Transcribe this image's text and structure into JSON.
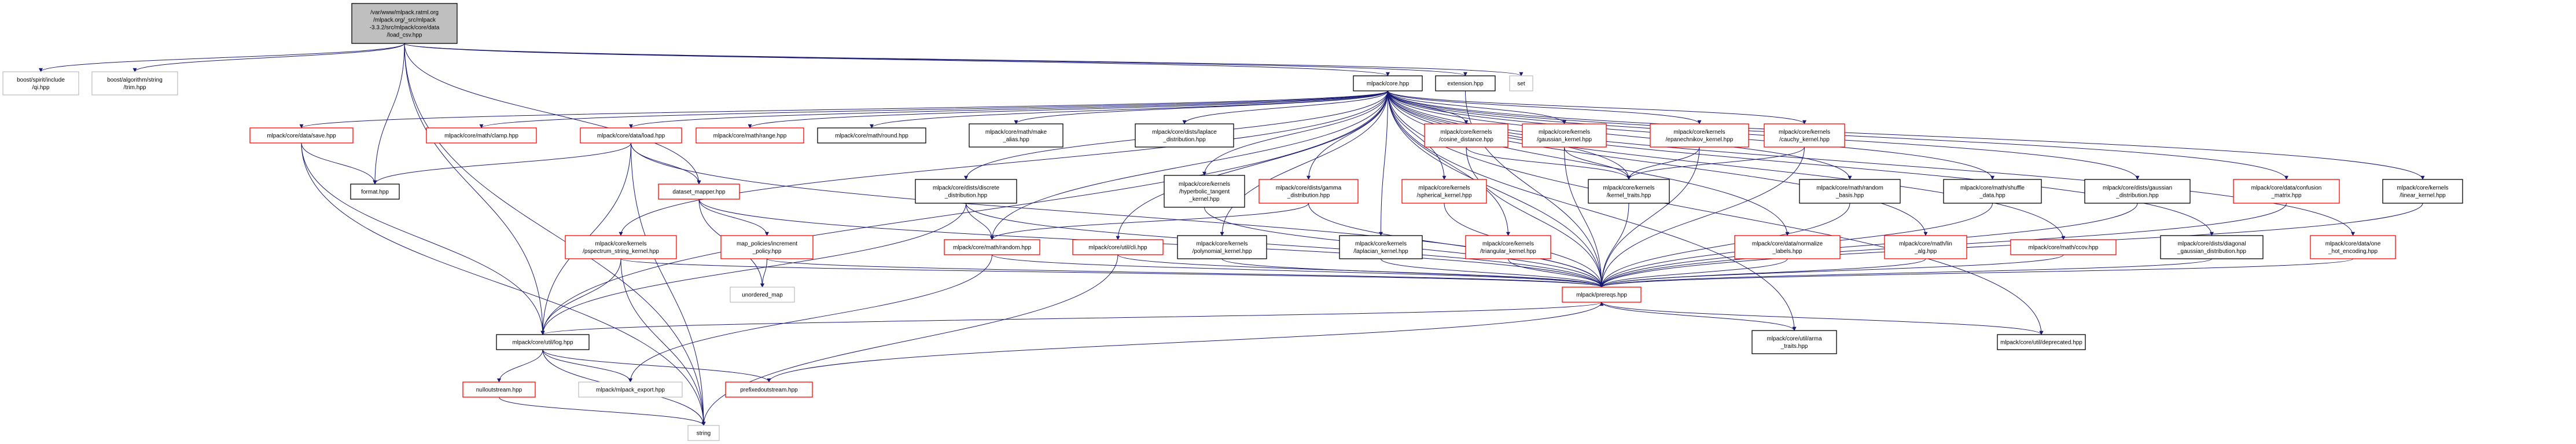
{
  "graph": {
    "type": "include-dependency-graph",
    "colors": {
      "edge": "#191970",
      "root_fill": "#bfbfbf",
      "truncated_border": "#ff0000",
      "external_border": "#bfbfbf",
      "normal_border": "#000000"
    },
    "nodes": [
      {
        "id": "root",
        "kind": "root",
        "lines": [
          "/var/www/mlpack.ratml.org",
          "/mlpack.org/_src/mlpack",
          "-3.3.2/src/mlpack/core/data",
          "/load_csv.hpp"
        ]
      },
      {
        "id": "qi",
        "kind": "external",
        "lines": [
          "boost/spirit/include",
          "/qi.hpp"
        ]
      },
      {
        "id": "trim",
        "kind": "external",
        "lines": [
          "boost/algorithm/string",
          "/trim.hpp"
        ]
      },
      {
        "id": "core",
        "kind": "normal",
        "lines": [
          "mlpack/core.hpp"
        ]
      },
      {
        "id": "extension",
        "kind": "normal",
        "lines": [
          "extension.hpp"
        ]
      },
      {
        "id": "set",
        "kind": "external",
        "lines": [
          "set"
        ]
      },
      {
        "id": "save",
        "kind": "truncated",
        "lines": [
          "mlpack/core/data/save.hpp"
        ]
      },
      {
        "id": "clamp",
        "kind": "truncated",
        "lines": [
          "mlpack/core/math/clamp.hpp"
        ]
      },
      {
        "id": "load",
        "kind": "truncated",
        "lines": [
          "mlpack/core/data/load.hpp"
        ]
      },
      {
        "id": "range",
        "kind": "truncated",
        "lines": [
          "mlpack/core/math/range.hpp"
        ]
      },
      {
        "id": "round",
        "kind": "normal",
        "lines": [
          "mlpack/core/math/round.hpp"
        ]
      },
      {
        "id": "make_alias",
        "kind": "normal",
        "lines": [
          "mlpack/core/math/make",
          "_alias.hpp"
        ]
      },
      {
        "id": "laplace",
        "kind": "normal",
        "lines": [
          "mlpack/core/dists/laplace",
          "_distribution.hpp"
        ]
      },
      {
        "id": "cosine",
        "kind": "truncated",
        "lines": [
          "mlpack/core/kernels",
          "/cosine_distance.hpp"
        ]
      },
      {
        "id": "gaussian_kernel",
        "kind": "truncated",
        "lines": [
          "mlpack/core/kernels",
          "/gaussian_kernel.hpp"
        ]
      },
      {
        "id": "epanechnikov",
        "kind": "truncated",
        "lines": [
          "mlpack/core/kernels",
          "/epanechnikov_kernel.hpp"
        ]
      },
      {
        "id": "cauchy",
        "kind": "truncated",
        "lines": [
          "mlpack/core/kernels",
          "/cauchy_kernel.hpp"
        ]
      },
      {
        "id": "format",
        "kind": "normal",
        "lines": [
          "format.hpp"
        ]
      },
      {
        "id": "dataset_mapper",
        "kind": "truncated",
        "lines": [
          "dataset_mapper.hpp"
        ]
      },
      {
        "id": "discrete",
        "kind": "normal",
        "lines": [
          "mlpack/core/dists/discrete",
          "_distribution.hpp"
        ]
      },
      {
        "id": "hyperbolic",
        "kind": "normal",
        "lines": [
          "mlpack/core/kernels",
          "/hyperbolic_tangent",
          "_kernel.hpp"
        ]
      },
      {
        "id": "gamma",
        "kind": "truncated",
        "lines": [
          "mlpack/core/dists/gamma",
          "_distribution.hpp"
        ]
      },
      {
        "id": "spherical",
        "kind": "truncated",
        "lines": [
          "mlpack/core/kernels",
          "/spherical_kernel.hpp"
        ]
      },
      {
        "id": "kernel_traits",
        "kind": "normal",
        "lines": [
          "mlpack/core/kernels",
          "/kernel_traits.hpp"
        ]
      },
      {
        "id": "random_basis",
        "kind": "normal",
        "lines": [
          "mlpack/core/math/random",
          "_basis.hpp"
        ]
      },
      {
        "id": "shuffle",
        "kind": "normal",
        "lines": [
          "mlpack/core/math/shuffle",
          "_data.hpp"
        ]
      },
      {
        "id": "gaussian_dist",
        "kind": "normal",
        "lines": [
          "mlpack/core/dists/gaussian",
          "_distribution.hpp"
        ]
      },
      {
        "id": "confusion",
        "kind": "truncated",
        "lines": [
          "mlpack/core/data/confusion",
          "_matrix.hpp"
        ]
      },
      {
        "id": "linear_kernel",
        "kind": "normal",
        "lines": [
          "mlpack/core/kernels",
          "/linear_kernel.hpp"
        ]
      },
      {
        "id": "pspectrum",
        "kind": "truncated",
        "lines": [
          "mlpack/core/kernels",
          "/pspectrum_string_kernel.hpp"
        ]
      },
      {
        "id": "map_policies",
        "kind": "truncated",
        "lines": [
          "map_policies/increment",
          "_policy.hpp"
        ]
      },
      {
        "id": "random",
        "kind": "truncated",
        "lines": [
          "mlpack/core/math/random.hpp"
        ]
      },
      {
        "id": "cli",
        "kind": "truncated",
        "lines": [
          "mlpack/core/util/cli.hpp"
        ]
      },
      {
        "id": "polynomial",
        "kind": "normal",
        "lines": [
          "mlpack/core/kernels",
          "/polynomial_kernel.hpp"
        ]
      },
      {
        "id": "laplacian",
        "kind": "normal",
        "lines": [
          "mlpack/core/kernels",
          "/laplacian_kernel.hpp"
        ]
      },
      {
        "id": "triangular",
        "kind": "truncated",
        "lines": [
          "mlpack/core/kernels",
          "/triangular_kernel.hpp"
        ]
      },
      {
        "id": "normalize",
        "kind": "truncated",
        "lines": [
          "mlpack/core/data/normalize",
          "_labels.hpp"
        ]
      },
      {
        "id": "lin_alg",
        "kind": "truncated",
        "lines": [
          "mlpack/core/math/lin",
          "_alg.hpp"
        ]
      },
      {
        "id": "ccov",
        "kind": "truncated",
        "lines": [
          "mlpack/core/math/ccov.hpp"
        ]
      },
      {
        "id": "diag_gaussian",
        "kind": "normal",
        "lines": [
          "mlpack/core/dists/diagonal",
          "_gaussian_distribution.hpp"
        ]
      },
      {
        "id": "one_hot",
        "kind": "truncated",
        "lines": [
          "mlpack/core/data/one",
          "_hot_encoding.hpp"
        ]
      },
      {
        "id": "unordered_map",
        "kind": "external",
        "lines": [
          "unordered_map"
        ]
      },
      {
        "id": "prereqs",
        "kind": "truncated",
        "lines": [
          "mlpack/prereqs.hpp"
        ]
      },
      {
        "id": "log",
        "kind": "normal",
        "lines": [
          "mlpack/core/util/log.hpp"
        ]
      },
      {
        "id": "arma_traits",
        "kind": "normal",
        "lines": [
          "mlpack/core/util/arma",
          "_traits.hpp"
        ]
      },
      {
        "id": "deprecated",
        "kind": "normal",
        "lines": [
          "mlpack/core/util/deprecated.hpp"
        ]
      },
      {
        "id": "nulloutstream",
        "kind": "truncated",
        "lines": [
          "nulloutstream.hpp"
        ]
      },
      {
        "id": "mlpack_export",
        "kind": "external",
        "lines": [
          "mlpack/mlpack_export.hpp"
        ]
      },
      {
        "id": "prefixedoutstream",
        "kind": "truncated",
        "lines": [
          "prefixedoutstream.hpp"
        ]
      },
      {
        "id": "string",
        "kind": "external",
        "lines": [
          "string"
        ]
      }
    ],
    "edges": [
      [
        "root",
        "qi"
      ],
      [
        "root",
        "trim"
      ],
      [
        "root",
        "core"
      ],
      [
        "root",
        "extension"
      ],
      [
        "root",
        "set"
      ],
      [
        "root",
        "format"
      ],
      [
        "root",
        "log"
      ],
      [
        "root",
        "dataset_mapper"
      ],
      [
        "root",
        "string"
      ],
      [
        "core",
        "save"
      ],
      [
        "core",
        "clamp"
      ],
      [
        "core",
        "load"
      ],
      [
        "core",
        "range"
      ],
      [
        "core",
        "round"
      ],
      [
        "core",
        "make_alias"
      ],
      [
        "core",
        "laplace"
      ],
      [
        "core",
        "discrete"
      ],
      [
        "core",
        "random"
      ],
      [
        "core",
        "cli"
      ],
      [
        "core",
        "hyperbolic"
      ],
      [
        "core",
        "polynomial"
      ],
      [
        "core",
        "gamma"
      ],
      [
        "core",
        "laplacian"
      ],
      [
        "core",
        "spherical"
      ],
      [
        "core",
        "triangular"
      ],
      [
        "core",
        "cosine"
      ],
      [
        "core",
        "gaussian_kernel"
      ],
      [
        "core",
        "epanechnikov"
      ],
      [
        "core",
        "cauchy"
      ],
      [
        "core",
        "kernel_traits"
      ],
      [
        "core",
        "pspectrum"
      ],
      [
        "core",
        "prereqs"
      ],
      [
        "core",
        "log"
      ],
      [
        "core",
        "normalize"
      ],
      [
        "core",
        "random_basis"
      ],
      [
        "core",
        "lin_alg"
      ],
      [
        "core",
        "shuffle"
      ],
      [
        "core",
        "ccov"
      ],
      [
        "core",
        "gaussian_dist"
      ],
      [
        "core",
        "diag_gaussian"
      ],
      [
        "core",
        "confusion"
      ],
      [
        "core",
        "one_hot"
      ],
      [
        "core",
        "linear_kernel"
      ],
      [
        "core",
        "arma_traits"
      ],
      [
        "core",
        "deprecated"
      ],
      [
        "save",
        "format"
      ],
      [
        "save",
        "log"
      ],
      [
        "save",
        "string"
      ],
      [
        "load",
        "format"
      ],
      [
        "load",
        "dataset_mapper"
      ],
      [
        "load",
        "log"
      ],
      [
        "load",
        "string"
      ],
      [
        "load",
        "prereqs"
      ],
      [
        "dataset_mapper",
        "map_policies"
      ],
      [
        "dataset_mapper",
        "unordered_map"
      ],
      [
        "dataset_mapper",
        "prereqs"
      ],
      [
        "map_policies",
        "unordered_map"
      ],
      [
        "map_policies",
        "prereqs"
      ],
      [
        "discrete",
        "random"
      ],
      [
        "discrete",
        "log"
      ],
      [
        "discrete",
        "prereqs"
      ],
      [
        "pspectrum",
        "log"
      ],
      [
        "pspectrum",
        "string"
      ],
      [
        "pspectrum",
        "prereqs"
      ],
      [
        "random",
        "prereqs"
      ],
      [
        "random",
        "mlpack_export"
      ],
      [
        "cli",
        "string"
      ],
      [
        "cli",
        "prereqs"
      ],
      [
        "gamma",
        "random"
      ],
      [
        "gamma",
        "prereqs"
      ],
      [
        "hyperbolic",
        "prereqs"
      ],
      [
        "polynomial",
        "prereqs"
      ],
      [
        "laplacian",
        "prereqs"
      ],
      [
        "spherical",
        "prereqs"
      ],
      [
        "triangular",
        "prereqs"
      ],
      [
        "cosine",
        "kernel_traits"
      ],
      [
        "cosine",
        "prereqs"
      ],
      [
        "gaussian_kernel",
        "kernel_traits"
      ],
      [
        "gaussian_kernel",
        "prereqs"
      ],
      [
        "epanechnikov",
        "kernel_traits"
      ],
      [
        "epanechnikov",
        "prereqs"
      ],
      [
        "cauchy",
        "kernel_traits"
      ],
      [
        "cauchy",
        "prereqs"
      ],
      [
        "kernel_traits",
        "prereqs"
      ],
      [
        "normalize",
        "prereqs"
      ],
      [
        "random_basis",
        "prereqs"
      ],
      [
        "lin_alg",
        "prereqs"
      ],
      [
        "shuffle",
        "prereqs"
      ],
      [
        "ccov",
        "prereqs"
      ],
      [
        "gaussian_dist",
        "prereqs"
      ],
      [
        "diag_gaussian",
        "prereqs"
      ],
      [
        "confusion",
        "prereqs"
      ],
      [
        "one_hot",
        "prereqs"
      ],
      [
        "linear_kernel",
        "prereqs"
      ],
      [
        "extension",
        "prereqs"
      ],
      [
        "prereqs",
        "log"
      ],
      [
        "prereqs",
        "arma_traits"
      ],
      [
        "prereqs",
        "deprecated"
      ],
      [
        "prefixedoutstream",
        "prereqs"
      ],
      [
        "log",
        "nulloutstream"
      ],
      [
        "log",
        "mlpack_export"
      ],
      [
        "log",
        "prefixedoutstream"
      ],
      [
        "log",
        "string"
      ],
      [
        "nulloutstream",
        "string"
      ]
    ]
  }
}
